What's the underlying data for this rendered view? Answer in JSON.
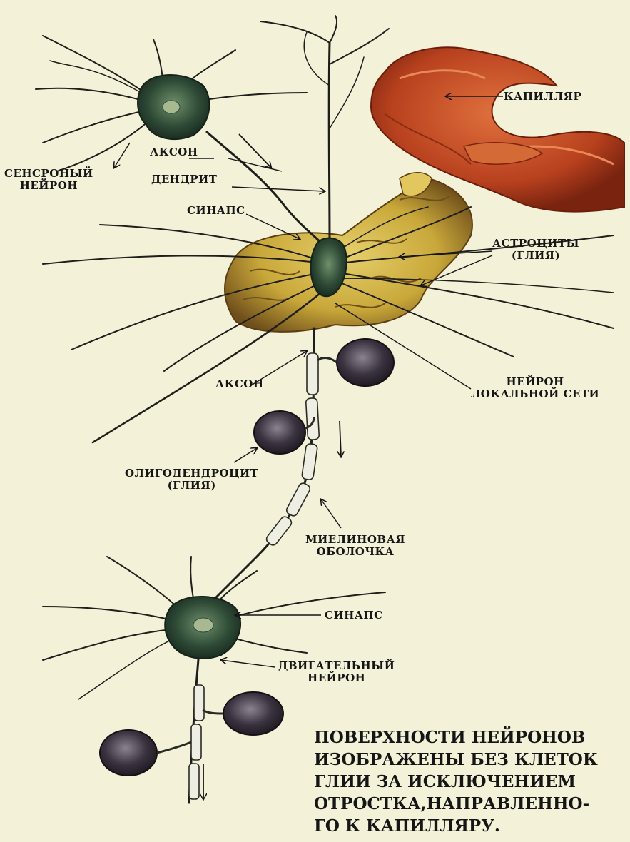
{
  "labels": {
    "capillary": "КАПИЛЛЯР",
    "axon_top": "АКСОН",
    "sensory_neuron": [
      "СЕНСРОНЫЙ",
      "НЕЙРОН"
    ],
    "dendrite": "ДЕНДРИТ",
    "synapse_top": "СИНАПС",
    "astrocytes": [
      "АСТРОЦИТЫ",
      "(ГЛИЯ)"
    ],
    "axon_mid": "АКСОН",
    "local_neuron": [
      "НЕЙРОН",
      "ЛОКАЛЬНОЙ СЕТИ"
    ],
    "oligodendrocyte": [
      "ОЛИГОДЕНДРОЦИТ",
      "(ГЛИЯ)"
    ],
    "myelin": [
      "МИЕЛИНОВАЯ",
      "ОБОЛОЧКА"
    ],
    "synapse_bottom": "СИНАПС",
    "motor_neuron": [
      "ДВИГАТЕЛЬНЫЙ",
      "НЕЙРОН"
    ]
  },
  "caption": [
    "ПОВЕРХНОСТИ НЕЙРОНОВ",
    "ИЗОБРАЖЕНЫ БЕЗ КЛЕТОК",
    "ГЛИИ  ЗА ИСКЛЮЧЕНИЕМ",
    "ОТРОСТКА,НАПРАВЛЕННО-",
    "ГО К КАПИЛЛЯРУ."
  ],
  "colors": {
    "background": "#f4f1d9",
    "neuron": "#2e4a36",
    "capillary": "#b8411e",
    "astrocyte": "#c9a83a",
    "oligodendrocyte": "#3b3340",
    "myelin": "#efeee3",
    "text": "#151515"
  }
}
